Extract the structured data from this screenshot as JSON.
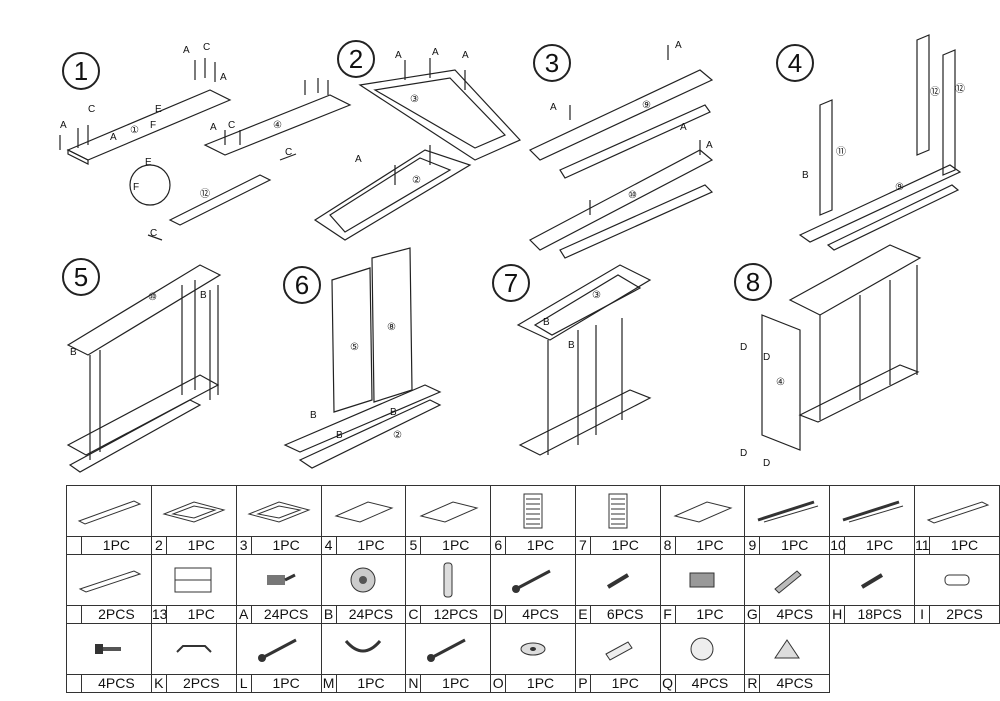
{
  "steps": [
    "1",
    "2",
    "3",
    "4",
    "5",
    "6",
    "7",
    "8"
  ],
  "callouts": {
    "s1": [
      "A",
      "C",
      "C",
      "A",
      "C",
      "A",
      "A",
      "E",
      "F",
      "E",
      "F",
      "C",
      "①",
      "④",
      "⑫",
      "C",
      "A"
    ],
    "s2": [
      "A",
      "A",
      "A",
      "③",
      "A",
      "②"
    ],
    "s3": [
      "A",
      "⑨",
      "A",
      "A",
      "⑩",
      "A"
    ],
    "s4": [
      "⑫",
      "⑫",
      "⑪",
      "B",
      "⑨"
    ],
    "s5": [
      "⑩",
      "B",
      "B"
    ],
    "s6": [
      "⑤",
      "⑧",
      "B",
      "B",
      "B",
      "②"
    ],
    "s7": [
      "③",
      "B",
      "B"
    ],
    "s8": [
      "D",
      "D",
      "D",
      "D",
      "④"
    ]
  },
  "parts": [
    [
      {
        "code": "",
        "qty": "1PC",
        "icon": "long-panel-icon"
      },
      {
        "code": "2",
        "qty": "1PC",
        "icon": "frame-icon"
      },
      {
        "code": "3",
        "qty": "1PC",
        "icon": "frame-icon"
      },
      {
        "code": "4",
        "qty": "1PC",
        "icon": "panel-icon"
      },
      {
        "code": "5",
        "qty": "1PC",
        "icon": "panel-icon"
      },
      {
        "code": "6",
        "qty": "1PC",
        "icon": "louver-door-icon"
      },
      {
        "code": "7",
        "qty": "1PC",
        "icon": "louver-door-icon"
      },
      {
        "code": "8",
        "qty": "1PC",
        "icon": "panel-icon"
      },
      {
        "code": "9",
        "qty": "1PC",
        "icon": "rail-icon"
      },
      {
        "code": "10",
        "qty": "1PC",
        "icon": "rail-icon"
      },
      {
        "code": "11",
        "qty": "1PC",
        "icon": "board-icon"
      }
    ],
    [
      {
        "code": "",
        "qty": "2PCS",
        "icon": "board-icon"
      },
      {
        "code": "13",
        "qty": "1PC",
        "icon": "drawer-box-icon"
      },
      {
        "code": "A",
        "qty": "24PCS",
        "icon": "cam-bolt-icon"
      },
      {
        "code": "B",
        "qty": "24PCS",
        "icon": "cam-lock-icon"
      },
      {
        "code": "C",
        "qty": "12PCS",
        "icon": "dowel-icon"
      },
      {
        "code": "D",
        "qty": "4PCS",
        "icon": "screw-icon"
      },
      {
        "code": "E",
        "qty": "6PCS",
        "icon": "short-screw-icon"
      },
      {
        "code": "F",
        "qty": "1PC",
        "icon": "magnet-catch-icon"
      },
      {
        "code": "G",
        "qty": "4PCS",
        "icon": "bracket-icon"
      },
      {
        "code": "H",
        "qty": "18PCS",
        "icon": "short-screw-icon"
      },
      {
        "code": "I",
        "qty": "2PCS",
        "icon": "plate-icon"
      }
    ],
    [
      {
        "code": "",
        "qty": "4PCS",
        "icon": "bolt-icon"
      },
      {
        "code": "K",
        "qty": "2PCS",
        "icon": "handle-icon"
      },
      {
        "code": "L",
        "qty": "1PC",
        "icon": "screw-icon"
      },
      {
        "code": "M",
        "qty": "1PC",
        "icon": "strap-icon"
      },
      {
        "code": "N",
        "qty": "1PC",
        "icon": "screw-icon"
      },
      {
        "code": "O",
        "qty": "1PC",
        "icon": "washer-icon"
      },
      {
        "code": "P",
        "qty": "1PC",
        "icon": "anchor-icon"
      },
      {
        "code": "Q",
        "qty": "4PCS",
        "icon": "glide-icon"
      },
      {
        "code": "R",
        "qty": "4PCS",
        "icon": "corner-bracket-icon"
      }
    ]
  ]
}
